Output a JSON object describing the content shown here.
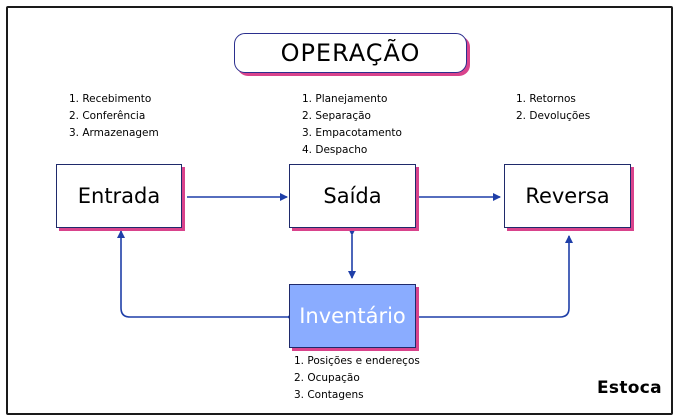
{
  "title": "OPERAÇÃO",
  "stages": {
    "entrada": {
      "label": "Entrada",
      "steps": [
        "1. Recebimento",
        "2. Conferência",
        "3. Armazenagem"
      ]
    },
    "saida": {
      "label": "Saída",
      "steps": [
        "1. Planejamento",
        "2. Separação",
        "3. Empacotamento",
        "4. Despacho"
      ]
    },
    "reversa": {
      "label": "Reversa",
      "steps": [
        "1. Retornos",
        "2. Devoluções"
      ]
    },
    "inventario": {
      "label": "Inventário",
      "steps": [
        "1. Posições e endereços",
        "2. Ocupação",
        "3. Contagens"
      ]
    }
  },
  "logo": "Estoca",
  "colors": {
    "accent_shadow": "#d9438c",
    "arrow": "#1f3fa8",
    "box_border": "#1f2a6b",
    "inventario_fill": "#8aacff"
  }
}
